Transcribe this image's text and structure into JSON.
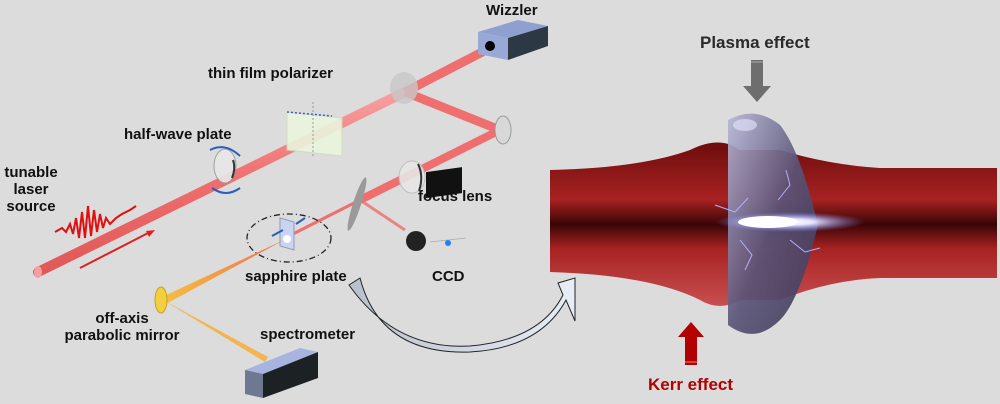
{
  "labels": {
    "wizzler": "Wizzler",
    "thin_film_polarizer": "thin film polarizer",
    "half_wave_plate": "half-wave plate",
    "tunable_laser_source_line1": "tunable",
    "tunable_laser_source_line2": "laser",
    "tunable_laser_source_line3": "source",
    "focus_lens": "focus lens",
    "sapphire_plate": "sapphire plate",
    "ccd": "CCD",
    "off_axis_mirror_line1": "off-axis",
    "off_axis_mirror_line2": "parabolic mirror",
    "spectrometer": "spectrometer",
    "plasma_effect": "Plasma effect",
    "kerr_effect": "Kerr effect"
  },
  "colors": {
    "background": "#dcdcdc",
    "laser_beam": "#f07070",
    "plasma_arrow": "#6e6e6e",
    "kerr_arrow": "#b30000",
    "filament": "#8e1a1a"
  }
}
